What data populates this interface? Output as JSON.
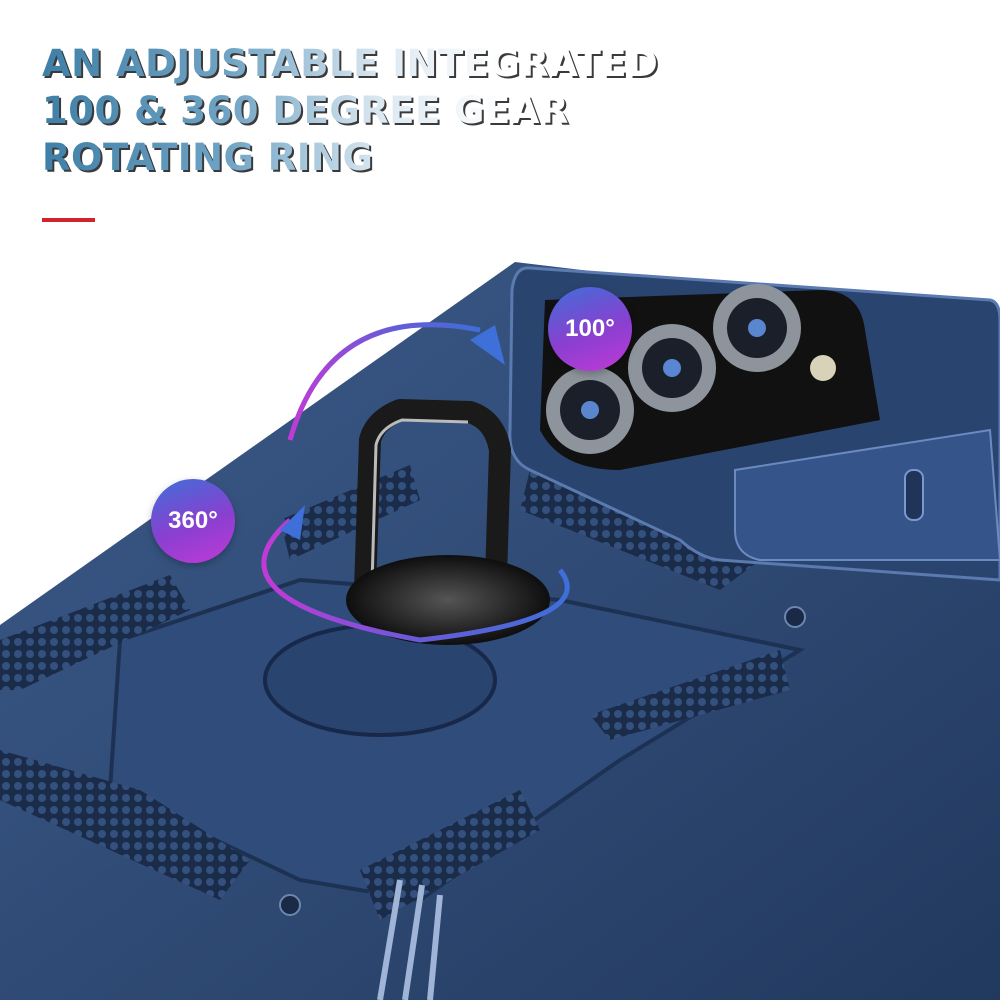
{
  "headline": {
    "lines": [
      "AN ADJUSTABLE INTEGRATED",
      "100 & 360 DEGREE GEAR",
      "ROTATING RING"
    ]
  },
  "badges": {
    "top": "100°",
    "left": "360°"
  },
  "colors": {
    "case": "#2c4670",
    "accent_line": "#d2232a",
    "badge_start": "#3f6fd8",
    "badge_end": "#c03ad6"
  }
}
